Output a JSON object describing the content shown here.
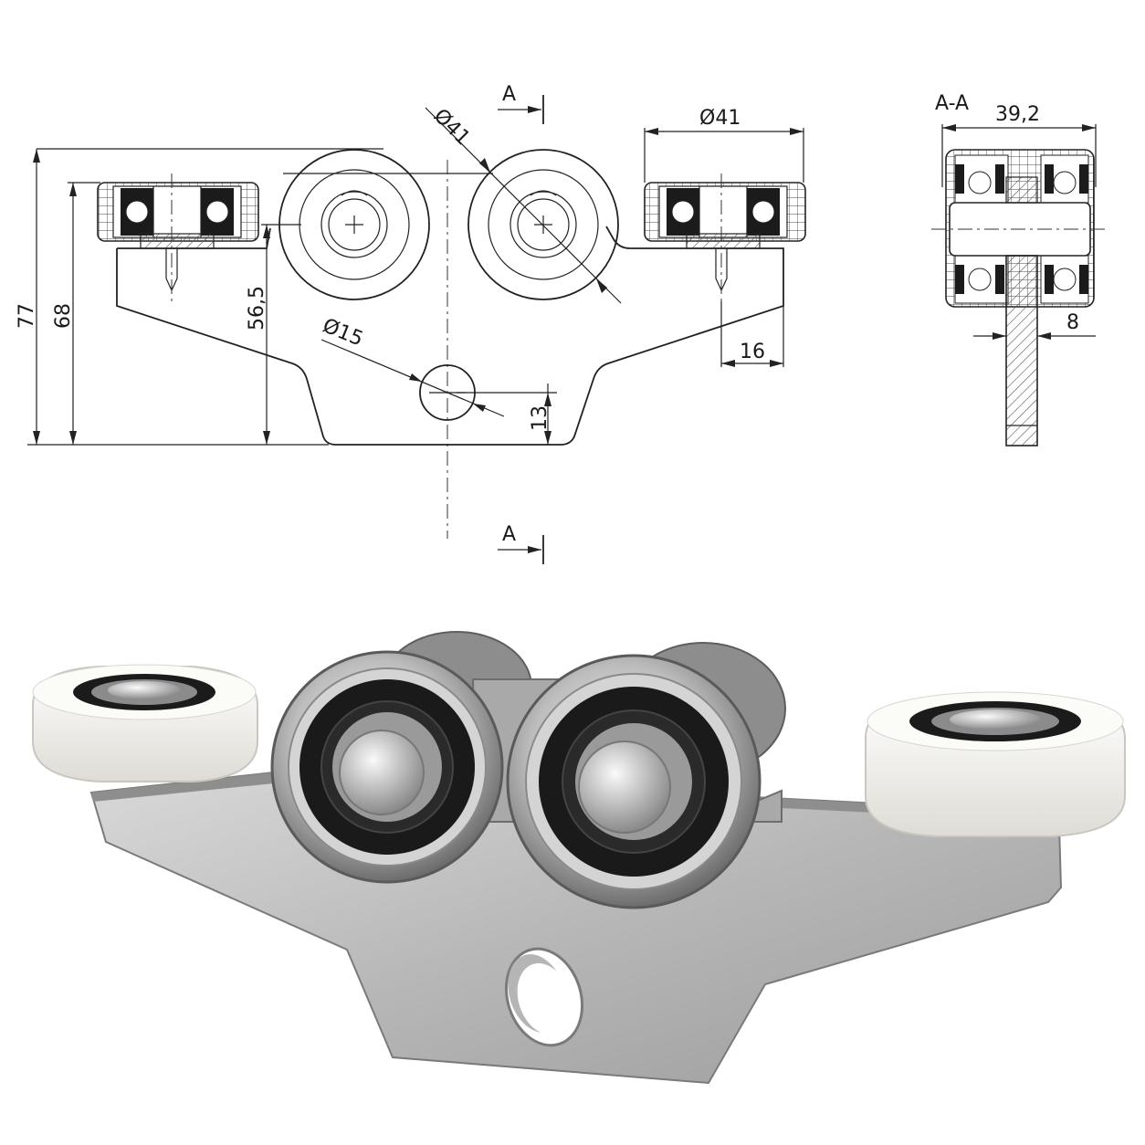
{
  "front_view": {
    "section_label_top": "A",
    "section_label_bottom": "A",
    "dim_wheel_diameter_center": "Ø41",
    "dim_wheel_diameter_side": "Ø41",
    "dim_height_total": "77",
    "dim_height_plate": "68",
    "dim_axle_height": "56,5",
    "dim_hole_diameter": "Ø15",
    "dim_hole_offset": "13",
    "dim_side_offset": "16"
  },
  "section_view": {
    "title": "A-A",
    "dim_width": "39,2",
    "dim_plate_thickness": "8"
  },
  "colors": {
    "line": "#222222",
    "hatch": "#555555",
    "steel": "#b9b9b9",
    "polymer": "#f3f3ee",
    "seal": "#1b1b1b"
  }
}
